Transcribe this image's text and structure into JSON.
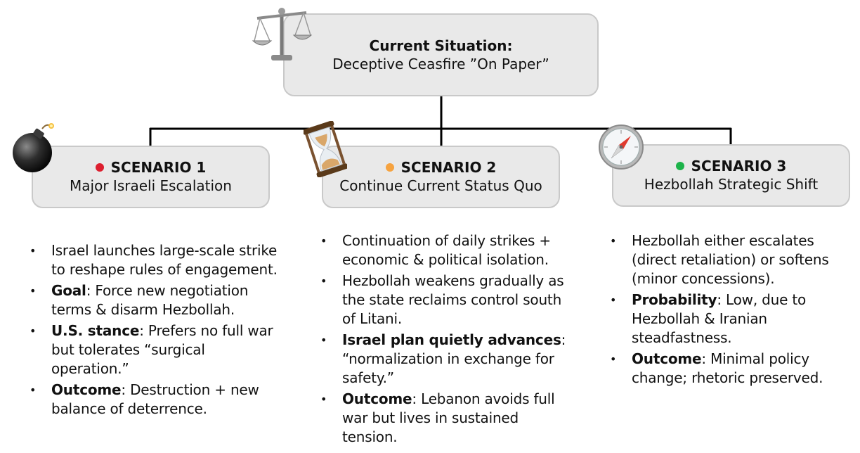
{
  "center": {
    "title": "Current Situation:",
    "subtitle": "Deceptive Ceasfire ”On Paper”"
  },
  "colors": {
    "box_fill": "#e9e9e9",
    "box_border": "#c9c9c9",
    "dot_red": "#dd1f2f",
    "dot_orange": "#f6a340",
    "dot_green": "#1db34a"
  },
  "scenarios": [
    {
      "label": "SCENARIO 1",
      "subtitle": "Major Israeli Escalation",
      "icon": "bomb-icon",
      "dot_color": "#dd1f2f",
      "bullets": [
        {
          "bold": "",
          "text": "Israel launches large-scale strike to reshape rules of engagement."
        },
        {
          "bold": "Goal",
          "text": ": Force new negotiation terms & disarm Hezbollah."
        },
        {
          "bold": "U.S. stance",
          "text": ": Prefers no full war but tolerates “surgical operation.”"
        },
        {
          "bold": "Outcome",
          "text": ": Destruction + new balance of deterrence."
        }
      ]
    },
    {
      "label": "SCENARIO 2",
      "subtitle": "Continue Current Status Quo",
      "icon": "hourglass-icon",
      "dot_color": "#f6a340",
      "bullets": [
        {
          "bold": "",
          "text": "Continuation of daily strikes + economic & political isolation."
        },
        {
          "bold": "",
          "text": "Hezbollah weakens gradually as the state reclaims control south of Litani."
        },
        {
          "bold": "Israel plan quietly advances",
          "text": ": “normalization in exchange for safety.”"
        },
        {
          "bold": "Outcome",
          "text": ": Lebanon avoids full war but lives in sustained tension."
        }
      ]
    },
    {
      "label": "SCENARIO 3",
      "subtitle": "Hezbollah Strategic Shift",
      "icon": "compass-icon",
      "dot_color": "#1db34a",
      "bullets": [
        {
          "bold": "",
          "text": "Hezbollah either escalates (direct retaliation) or softens (minor concessions)."
        },
        {
          "bold": "Probability",
          "text": ": Low, due to Hezbollah & Iranian steadfastness."
        },
        {
          "bold": "Outcome",
          "text": ": Minimal policy change; rhetoric preserved."
        }
      ]
    }
  ]
}
